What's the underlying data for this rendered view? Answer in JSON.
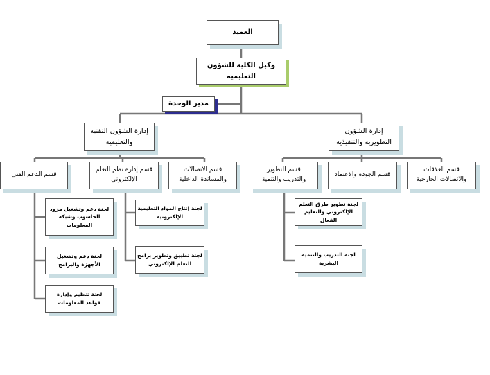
{
  "colors": {
    "connector": "#777777",
    "teal_shadow": "#c9dde2",
    "green_shadow": "#a9cc6b",
    "navy_shadow": "#2d2d8f"
  },
  "dean": "العميد",
  "vice_dean": "وكيل الكلية للشؤون\nالتعليميه",
  "unit_director": "مدير الوحدة",
  "tech_admin": "إدارة الشؤون التقنية\nوالتعليمية",
  "dev_admin": "إدارة الشؤون\nالتطويرية والتنفيذية",
  "departments": {
    "technical_support": "قسم الدعم الفني",
    "elearning_systems": "قسم إدارة نظم التعلم\nالإلكتروني",
    "communications": "قسم الاتصالات\nوالمساندة الداخلية",
    "development_training": "قسم التطوير\nوالتدريب والتنمية",
    "quality": "قسم الجودة والاعتماد",
    "external_relations": "قسم العلاقات\nوالاتصالات الخارجية"
  },
  "committees": {
    "computer_network": "لجنة دعم وتشغيل مزود\nالحاسوب وشبكة\nالمعلومات",
    "devices_programs": "لجنة دعم وتشغيل\nالأجهزة والبرامج",
    "databases": "لجنة تنظيم وإدارة\nقواعد المعلومات",
    "content_production": "لجنة إنتاج المواد التعليمية\nالإلكترونية",
    "elearning_programs": "لجنة تطبيق وتطوير برامج\nالتعلم الإلكتروني",
    "teaching_methods": "لجنة تطوير طرق التعلم\nالإلكتروني والتعليم الفعال",
    "training_development": "لجنة التدريب والتنمية\nالبشرية"
  }
}
